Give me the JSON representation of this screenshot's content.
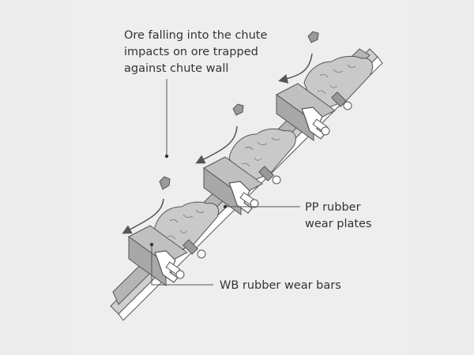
{
  "labels": {
    "impact_line_1": "Ore falling into the chute",
    "impact_line_2": "impacts on ore trapped",
    "impact_line_3": "against chute wall",
    "pp_line_1": "PP rubber",
    "pp_line_2": "wear plates",
    "wb": "WB rubber wear bars"
  },
  "colors": {
    "background": "#ececec",
    "panel": "#eeeeee",
    "ore": "#c9c9c9",
    "metal": "#9a9a9a",
    "liner": "#b5b5b5",
    "outline": "#555555",
    "text": "#333333"
  }
}
